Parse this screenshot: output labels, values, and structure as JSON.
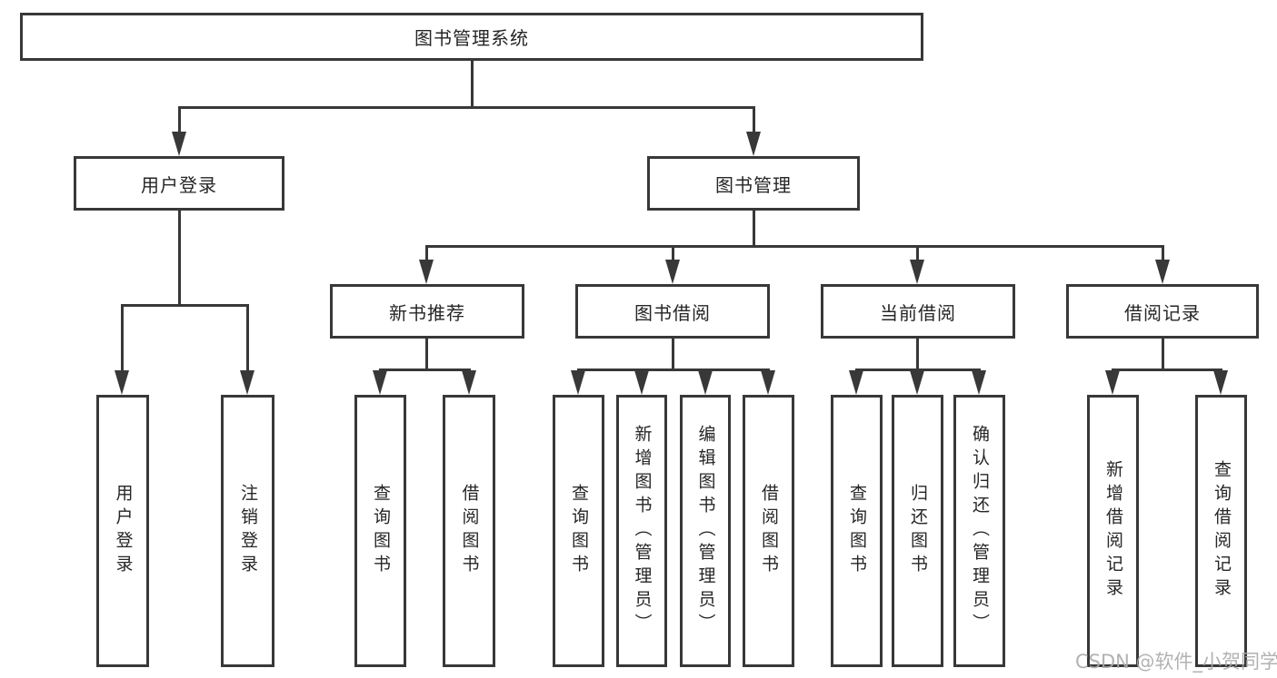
{
  "diagram": {
    "title": "图书管理系统",
    "type": "hierarchy-tree"
  },
  "nodes": {
    "root": "图书管理系统",
    "l2": [
      {
        "label": "用户登录"
      },
      {
        "label": "图书管理"
      }
    ],
    "l3": [
      {
        "label": "新书推荐"
      },
      {
        "label": "图书借阅"
      },
      {
        "label": "当前借阅"
      },
      {
        "label": "借阅记录"
      }
    ],
    "leaves": {
      "login": [
        {
          "label": "用户登录"
        },
        {
          "label": "注销登录"
        }
      ],
      "recommend": [
        {
          "label": "查询图书"
        },
        {
          "label": "借阅图书"
        }
      ],
      "borrow": [
        {
          "label": "查询图书"
        },
        {
          "label": "新增图书（管理员）"
        },
        {
          "label": "编辑图书（管理员）"
        },
        {
          "label": "借阅图书"
        }
      ],
      "current": [
        {
          "label": "查询图书"
        },
        {
          "label": "归还图书"
        },
        {
          "label": "确认归还（管理员）"
        }
      ],
      "records": [
        {
          "label": "新增借阅记录"
        },
        {
          "label": "查询借阅记录"
        }
      ]
    }
  },
  "watermark": {
    "text": "CSDN @软件_小贺同学"
  },
  "colors": {
    "line": "#383838",
    "text": "#262626",
    "background": "#ffffff",
    "watermark": "#aaaaaa"
  }
}
